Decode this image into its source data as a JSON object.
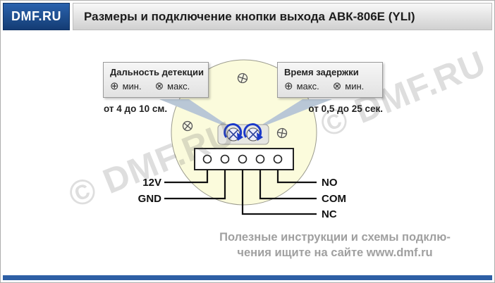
{
  "header": {
    "logo": "DMF.RU",
    "title": "Размеры и подключение кнопки выхода АВК-806E (YLI)"
  },
  "icons": {
    "screw_plus": "⊕",
    "screw_cross": "⊗"
  },
  "callouts": {
    "left": {
      "title": "Дальность детекции",
      "items": [
        {
          "icon": "screw-plus-icon",
          "label": "мин."
        },
        {
          "icon": "screw-cross-icon",
          "label": "макс."
        }
      ],
      "range": "от 4 до 10 см."
    },
    "right": {
      "title": "Время задержки",
      "items": [
        {
          "icon": "screw-plus-icon",
          "label": "макс."
        },
        {
          "icon": "screw-cross-icon",
          "label": "мин."
        }
      ],
      "range": "от 0,5 до 25 сек."
    }
  },
  "wiring": {
    "left_labels": [
      "12V",
      "GND"
    ],
    "right_labels": [
      "NO",
      "COM",
      "NC"
    ]
  },
  "watermark": {
    "text": "© DMF.RU"
  },
  "footer": {
    "line1": "Полезные инструкции и схемы подклю-",
    "line2": "чения ищите на сайте www.dmf.ru"
  },
  "colors": {
    "accent_blue": "#2e5fa5",
    "logo_blue": "#1d4e91",
    "device_fill": "#fbfbdc",
    "pointer_gray_blue": "#b9c7d6",
    "arrow_blue": "#1b39c8"
  }
}
